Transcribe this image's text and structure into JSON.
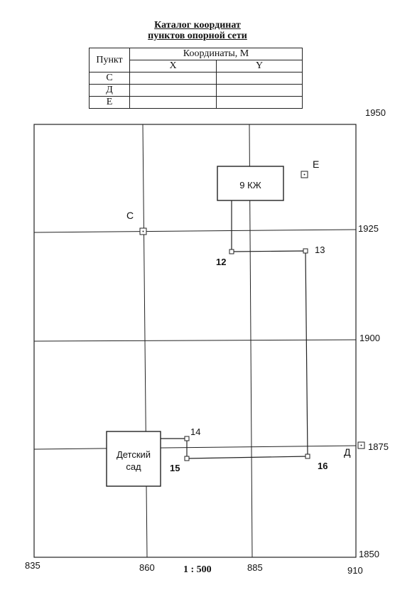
{
  "catalog": {
    "title_line1": "Каталог координат",
    "title_line2": "пунктов опорной сети",
    "header_point": "Пункт",
    "header_coords": "Координаты, М",
    "header_x": "X",
    "header_y": "Y",
    "rows": [
      {
        "point": "С",
        "x": "",
        "y": ""
      },
      {
        "point": "Д",
        "x": "",
        "y": ""
      },
      {
        "point": "Е",
        "x": "",
        "y": ""
      }
    ]
  },
  "map": {
    "x_ticks": [
      "835",
      "860",
      "885",
      "910"
    ],
    "y_ticks": [
      "1950",
      "1925",
      "1900",
      "1875",
      "1850"
    ],
    "scale": "1 : 500",
    "buildings": {
      "building_9kzh": "9 КЖ",
      "kindergarten_line1": "Детский",
      "kindergarten_line2": "сад"
    },
    "control_points": {
      "c": "С",
      "d": "Д",
      "e": "Е"
    },
    "traverse_points": [
      "12",
      "13",
      "14",
      "15",
      "16"
    ]
  }
}
